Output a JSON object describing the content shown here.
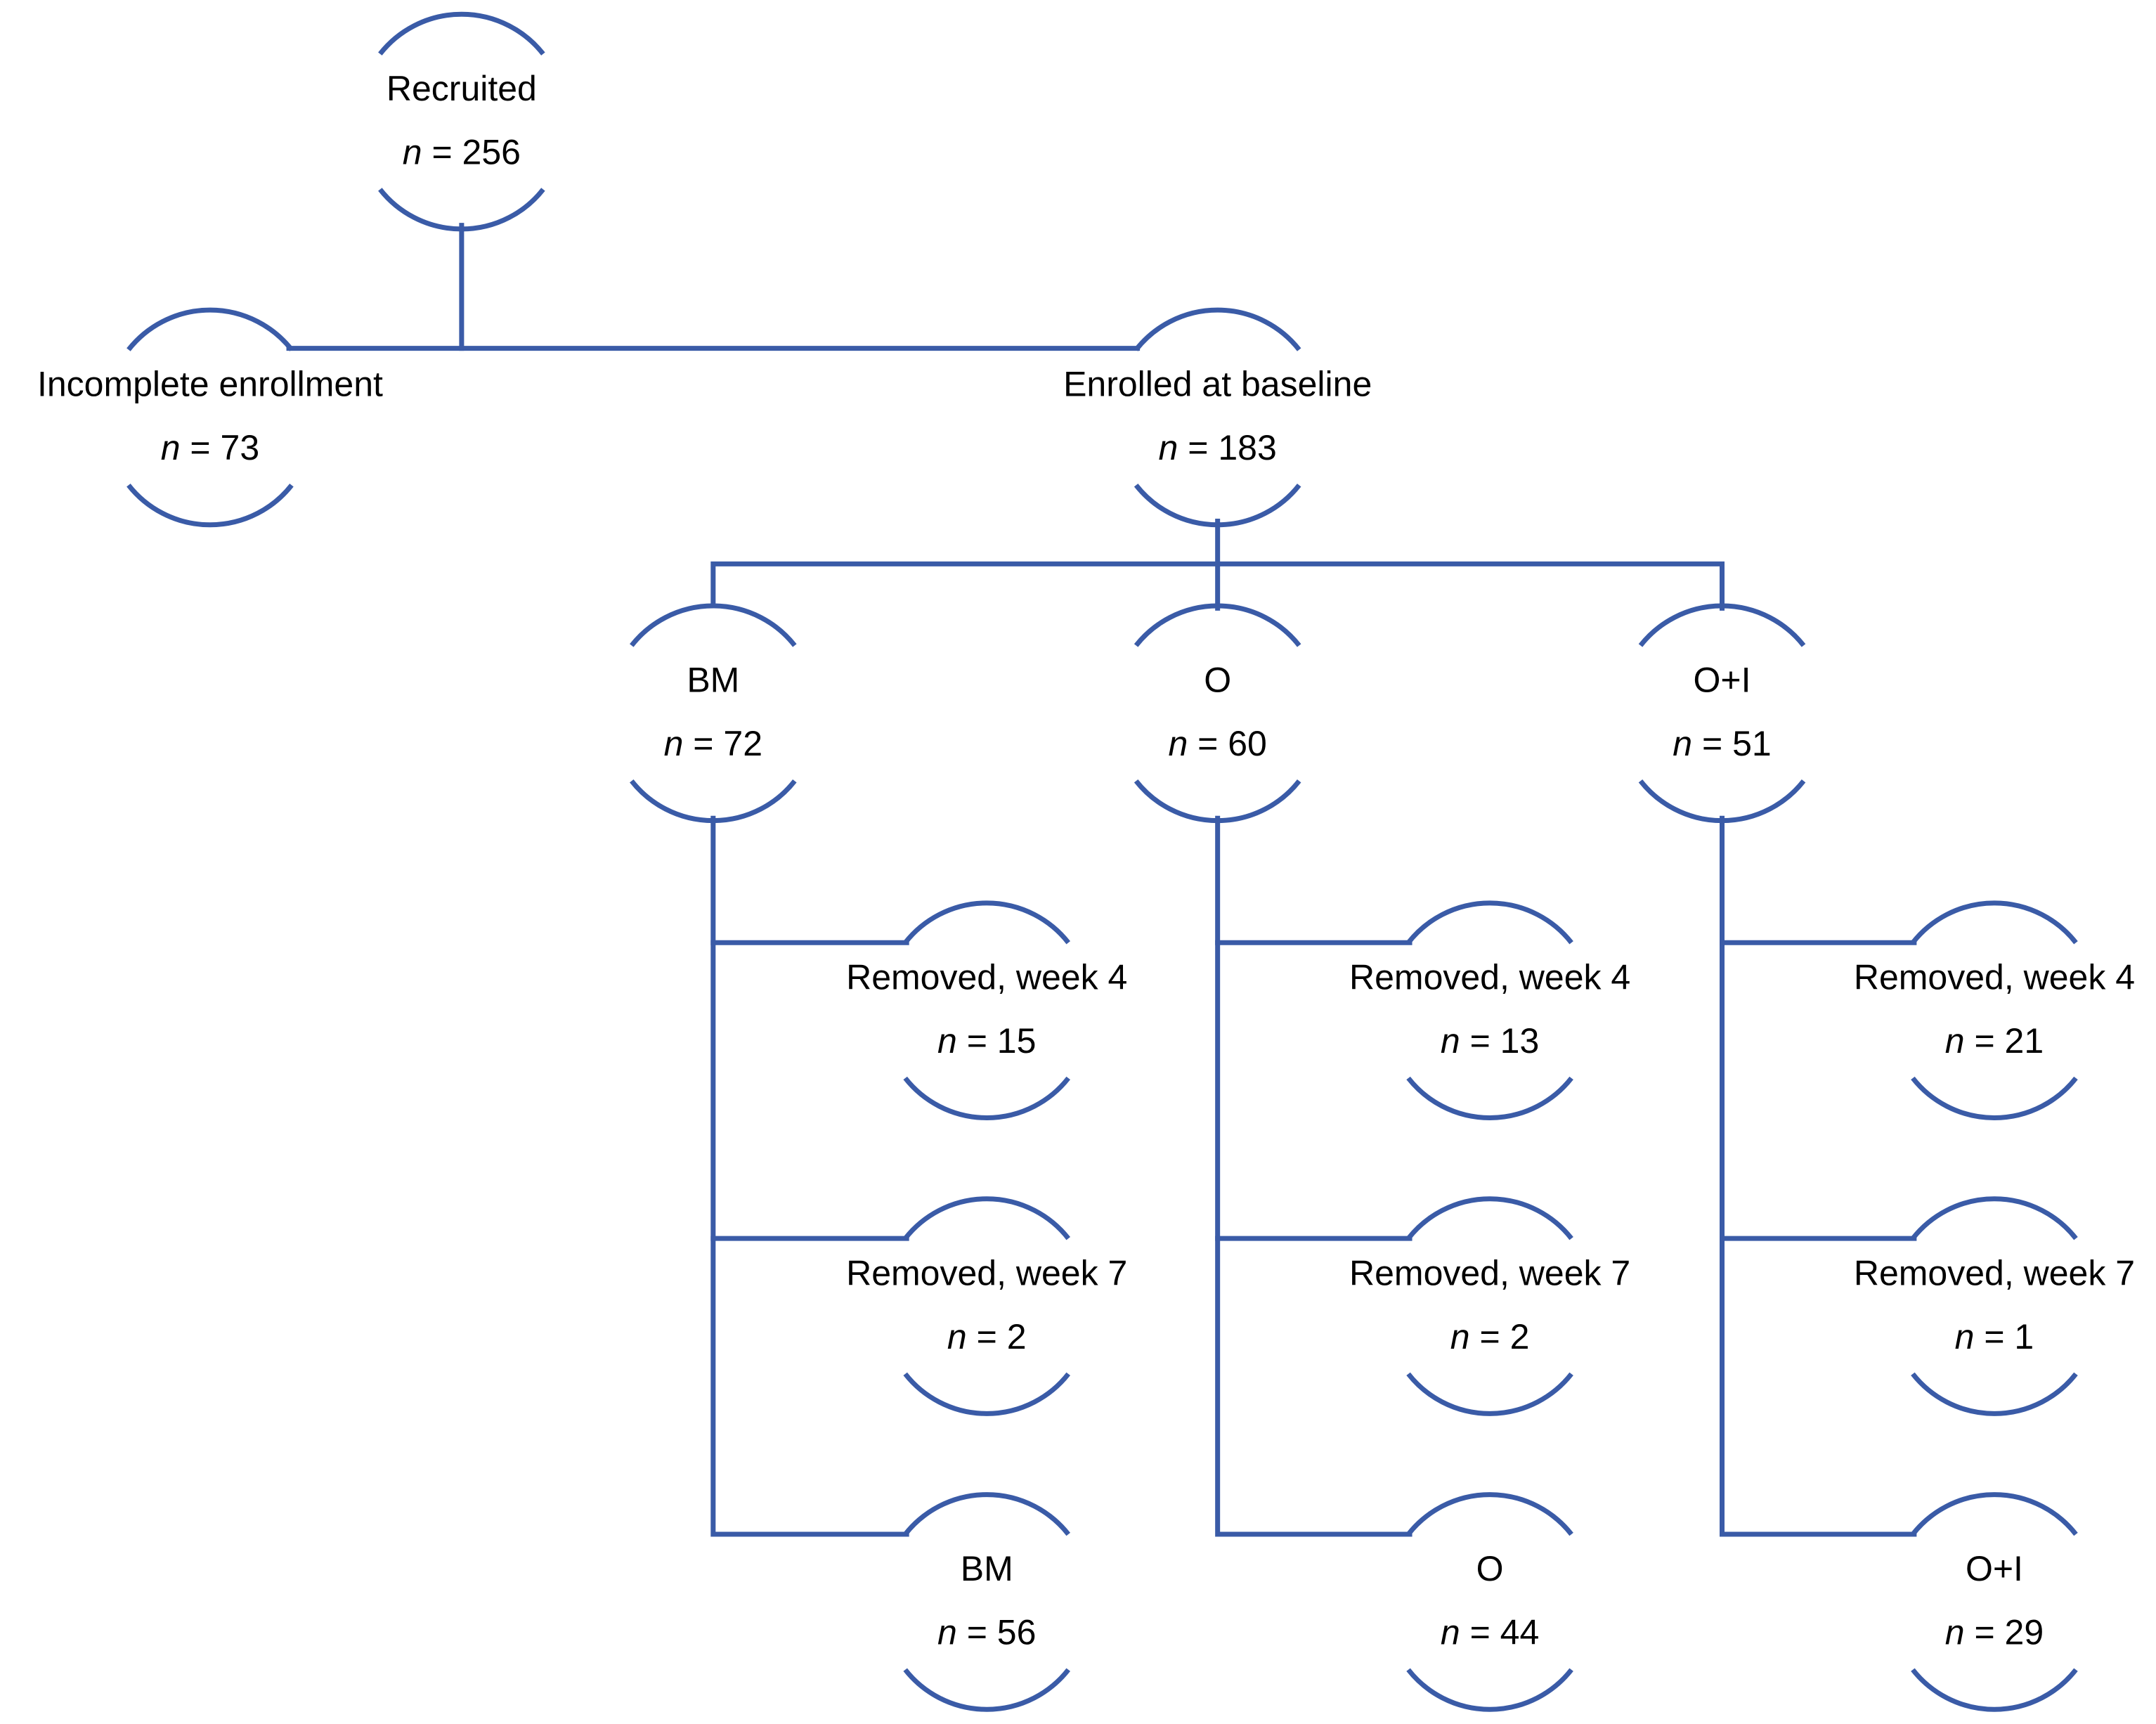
{
  "colors": {
    "line": "#3A5BA7",
    "text": "#000000",
    "background": "#FFFFFF"
  },
  "n_prefix": "n",
  "nodes": {
    "recruited": {
      "label": "Recruited",
      "n_text": " = 256"
    },
    "incomplete": {
      "label": "Incomplete enrollment",
      "n_text": " = 73"
    },
    "enrolled": {
      "label": "Enrolled at baseline",
      "n_text": " = 183"
    },
    "bm": {
      "label": "BM",
      "n_text": " = 72"
    },
    "o": {
      "label": "O",
      "n_text": " = 60"
    },
    "oi": {
      "label": "O+I",
      "n_text": " = 51"
    },
    "bm_w4": {
      "label": "Removed, week 4",
      "n_text": " = 15"
    },
    "bm_w7": {
      "label": "Removed, week 7",
      "n_text": " = 2"
    },
    "bm_final": {
      "label": "BM",
      "n_text": " = 56"
    },
    "o_w4": {
      "label": "Removed, week 4",
      "n_text": " = 13"
    },
    "o_w7": {
      "label": "Removed, week 7",
      "n_text": " = 2"
    },
    "o_final": {
      "label": "O",
      "n_text": " = 44"
    },
    "oi_w4": {
      "label": "Removed, week 4",
      "n_text": " = 21"
    },
    "oi_w7": {
      "label": "Removed, week 7",
      "n_text": " = 1"
    },
    "oi_final": {
      "label": "O+I",
      "n_text": " = 29"
    }
  }
}
